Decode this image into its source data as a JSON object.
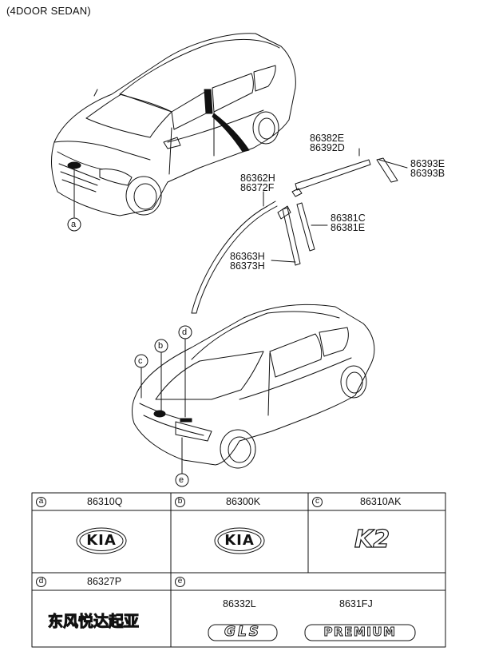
{
  "header": {
    "title": "(4DOOR SEDAN)"
  },
  "parts": {
    "p1": [
      "86382E",
      "86392D"
    ],
    "p2": [
      "86393E",
      "86393B"
    ],
    "p3": [
      "86362H",
      "86372F"
    ],
    "p4": [
      "86381C",
      "86381E"
    ],
    "p5": [
      "86363H",
      "86373H"
    ]
  },
  "callouts": {
    "a": "a",
    "b": "b",
    "c": "c",
    "d": "d",
    "e": "e"
  },
  "legend": {
    "a": {
      "letter": "a",
      "part": "86310Q",
      "emblem": "KIA"
    },
    "b": {
      "letter": "b",
      "part": "86300K",
      "emblem": "KIA"
    },
    "c": {
      "letter": "c",
      "part": "86310AK",
      "emblem": "K2"
    },
    "d": {
      "letter": "d",
      "part": "86327P",
      "emblem": "东风悦达起亚"
    },
    "e": {
      "letter": "e",
      "part1": "86332L",
      "emblem1": "GLS",
      "part2": "8631FJ",
      "emblem2": "PREMIUM"
    }
  }
}
